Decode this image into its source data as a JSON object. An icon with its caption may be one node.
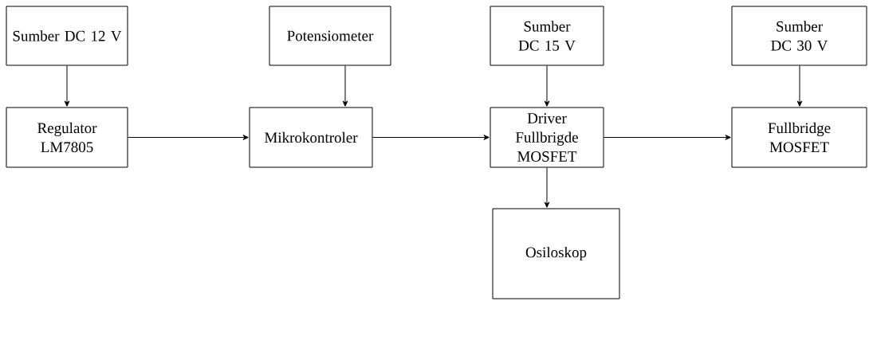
{
  "diagram": {
    "nodes": [
      {
        "text": [
          "Sumber DC 12 V"
        ]
      },
      {
        "text": [
          "Potensiometer"
        ]
      },
      {
        "text": [
          "Sumber DC 15 V"
        ]
      },
      {
        "text": [
          "Sumber DC 30 V"
        ]
      },
      {
        "text": [
          "Regulator LM7805"
        ]
      },
      {
        "text": [
          "Mikrokontroler"
        ]
      },
      {
        "text": [
          "Driver Fullbrigde MOSFET"
        ]
      },
      {
        "text": [
          "Fullbridge MOSFET"
        ]
      },
      {
        "text": [
          "Osiloskop"
        ]
      }
    ],
    "edges": [
      {
        "from": 0,
        "to": 4,
        "arrow": "to"
      },
      {
        "from": 1,
        "to": 5,
        "arrow": "to"
      },
      {
        "from": 2,
        "to": 6,
        "arrow": "to"
      },
      {
        "from": 3,
        "to": 7,
        "arrow": "to"
      },
      {
        "from": 4,
        "to": 5,
        "arrow": "to"
      },
      {
        "from": 5,
        "to": 6,
        "arrow": "to"
      },
      {
        "from": 6,
        "to": 7,
        "arrow": "to"
      },
      {
        "from": 6,
        "to": 8,
        "arrow": "to"
      }
    ]
  }
}
